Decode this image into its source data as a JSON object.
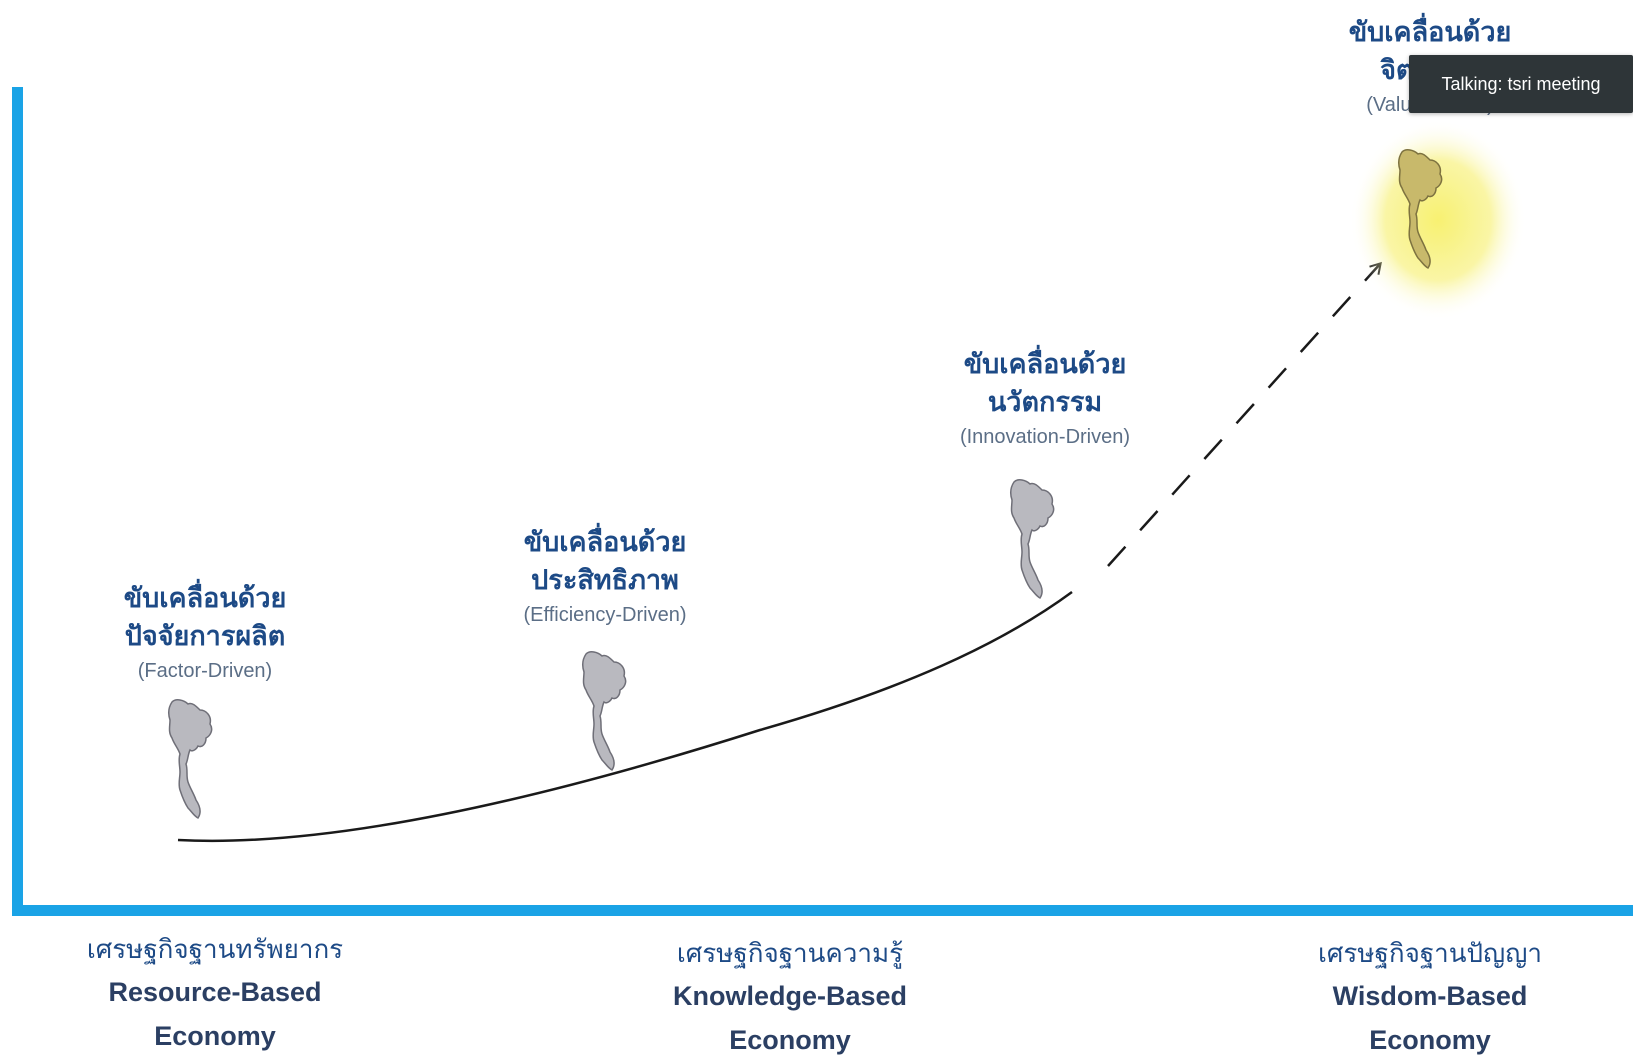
{
  "colors": {
    "axis": "#1aa3e6",
    "curve": "#1a1a1a",
    "map_grey": "#b9b9bf",
    "map_gold": "#c8b96b",
    "glow": "#f5ee5c"
  },
  "stages": [
    {
      "thai_line1": "ขับเคลื่อนด้วย",
      "thai_line2": "ปัจจัยการผลิต",
      "english": "(Factor-Driven)",
      "icon": "thailand-map-icon"
    },
    {
      "thai_line1": "ขับเคลื่อนด้วย",
      "thai_line2": "ประสิทธิภาพ",
      "english": "(Efficiency-Driven)",
      "icon": "thailand-map-icon"
    },
    {
      "thai_line1": "ขับเคลื่อนด้วย",
      "thai_line2": "นวัตกรรม",
      "english": "(Innovation-Driven)",
      "icon": "thailand-map-icon"
    },
    {
      "thai_line1": "ขับเคลื่อนด้วย",
      "thai_line2": "จิตสำนึก",
      "english": "(Value-Driven)",
      "icon": "thailand-map-highlighted-icon"
    }
  ],
  "economies": [
    {
      "thai": "เศรษฐกิจฐานทรัพยากร",
      "english_line1": "Resource-Based",
      "english_line2": "Economy"
    },
    {
      "thai": "เศรษฐกิจฐานความรู้",
      "english_line1": "Knowledge-Based",
      "english_line2": "Economy"
    },
    {
      "thai": "เศรษฐกิจฐานปัญญา",
      "english_line1": "Wisdom-Based",
      "english_line2": "Economy"
    }
  ],
  "notification": {
    "text": "Talking: tsri meeting"
  }
}
